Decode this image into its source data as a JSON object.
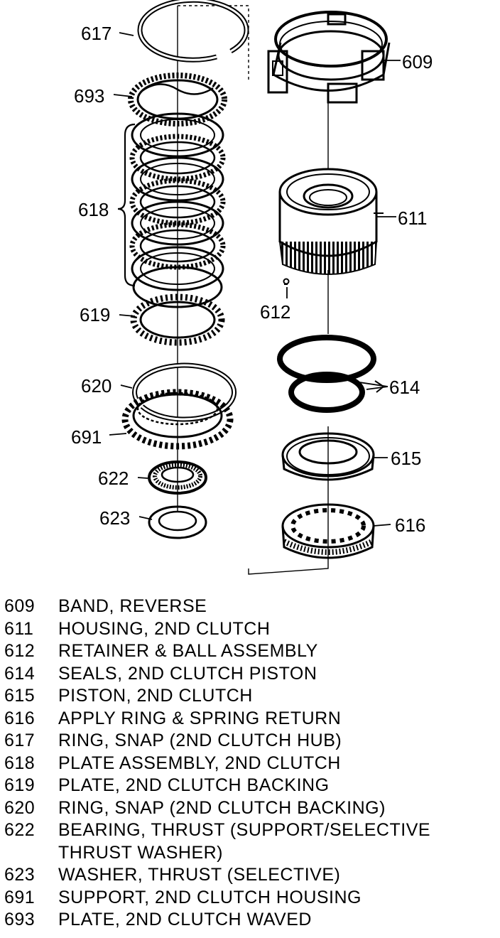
{
  "callouts": {
    "c609": "609",
    "c611": "611",
    "c612": "612",
    "c614": "614",
    "c615": "615",
    "c616": "616",
    "c617": "617",
    "c618": "618",
    "c619": "619",
    "c620": "620",
    "c622": "622",
    "c623": "623",
    "c691": "691",
    "c693": "693"
  },
  "legend": [
    {
      "num": "609",
      "desc": "BAND, REVERSE"
    },
    {
      "num": "611",
      "desc": "HOUSING, 2ND CLUTCH"
    },
    {
      "num": "612",
      "desc": "RETAINER & BALL ASSEMBLY"
    },
    {
      "num": "614",
      "desc": "SEALS, 2ND CLUTCH PISTON"
    },
    {
      "num": "615",
      "desc": "PISTON, 2ND CLUTCH"
    },
    {
      "num": "616",
      "desc": "APPLY RING & SPRING RETURN"
    },
    {
      "num": "617",
      "desc": "RING, SNAP (2ND CLUTCH HUB)"
    },
    {
      "num": "618",
      "desc": "PLATE ASSEMBLY, 2ND CLUTCH"
    },
    {
      "num": "619",
      "desc": "PLATE, 2ND CLUTCH BACKING"
    },
    {
      "num": "620",
      "desc": "RING, SNAP (2ND CLUTCH BACKING)"
    },
    {
      "num": "622",
      "desc": "BEARING, THRUST (SUPPORT/SELECTIVE",
      "cont": "THRUST WASHER)"
    },
    {
      "num": "623",
      "desc": "WASHER, THRUST (SELECTIVE)"
    },
    {
      "num": "691",
      "desc": "SUPPORT, 2ND CLUTCH HOUSING"
    },
    {
      "num": "693",
      "desc": "PLATE, 2ND CLUTCH WAVED"
    }
  ]
}
